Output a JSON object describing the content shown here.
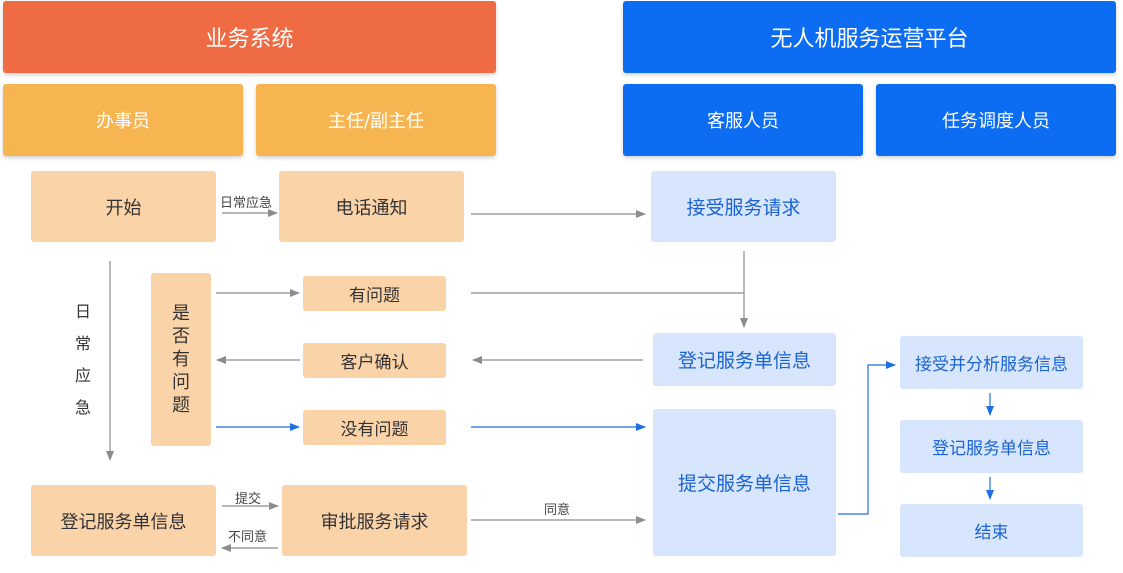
{
  "lanes": {
    "business_system": "业务系统",
    "uav_platform": "无人机服务运营平台"
  },
  "roles": {
    "clerk": "办事员",
    "director": "主任/副主任",
    "customer_service": "客服人员",
    "dispatcher": "任务调度人员"
  },
  "nodes": {
    "start": "开始",
    "phone_notice": "电话通知",
    "receive_request": "接受服务请求",
    "has_problem": "有问题",
    "is_problem": [
      "是",
      "否",
      "有",
      "问",
      "题"
    ],
    "customer_confirm": "客户确认",
    "register_info_platform": "登记服务单信息",
    "no_problem": "没有问题",
    "submit_info": "提交服务单信息",
    "register_info_business": "登记服务单信息",
    "approve_request": "审批服务请求",
    "receive_analyze": "接受并分析服务信息",
    "register_info_dispatch": "登记服务单信息",
    "end": "结束"
  },
  "edge_labels": {
    "daily_emergency_top": "日常应急",
    "daily_emergency_side": [
      "日",
      "常",
      "应",
      "急"
    ],
    "submit": "提交",
    "disagree": "不同意",
    "agree": "同意"
  },
  "colors": {
    "orange_header": "#EE6B43",
    "blue_header": "#0C6DF2",
    "yellow_role": "#F6B551",
    "peach_node": "#FBD3A9",
    "light_blue_node": "#D7E6FD",
    "gray_arrow": "#8C8C8C",
    "blue_arrow": "#1E6FE0"
  }
}
